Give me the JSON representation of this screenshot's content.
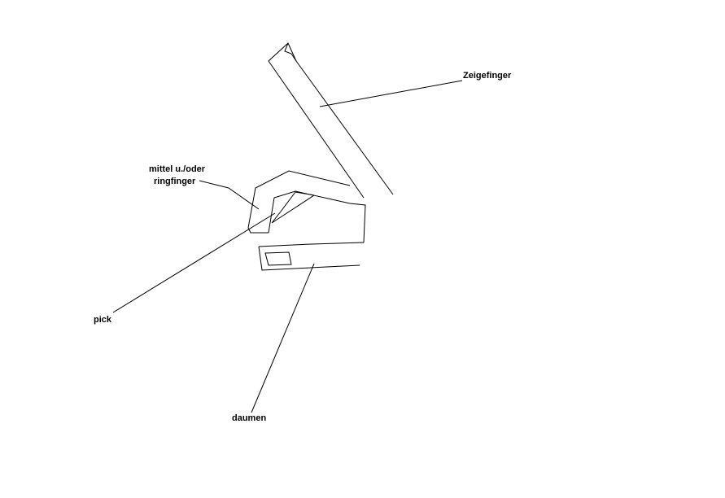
{
  "labels": {
    "zeigefinger": "Zeigefinger",
    "mittel_line1": "mittel u./oder",
    "mittel_line2": "ringfinger",
    "pick": "pick",
    "daumen": "daumen"
  },
  "colors": {
    "background": "#ffffff",
    "ink": "#000000"
  }
}
